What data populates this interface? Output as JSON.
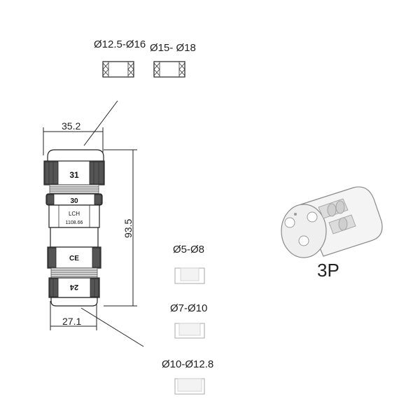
{
  "seals_top": [
    {
      "label": "Ø12.5-Ø16"
    },
    {
      "label": "Ø15- Ø18"
    }
  ],
  "seals_side": [
    {
      "label": "Ø5-Ø8"
    },
    {
      "label": "Ø7-Ø10"
    },
    {
      "label": "Ø10-Ø12.8"
    }
  ],
  "dimensions": {
    "top_width": "35.2",
    "height": "93.5",
    "bottom_width": "27.1"
  },
  "connector": {
    "top_nut": "31",
    "mid_nut": "30",
    "brand": "LCH",
    "model": "1108.66",
    "ce_mark": "CE",
    "bottom_nut": "24"
  },
  "product": {
    "pin_label": "3P"
  }
}
